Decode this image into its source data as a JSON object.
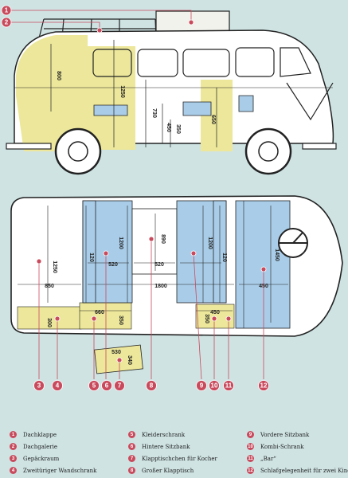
{
  "colors": {
    "background": "#cfe3e3",
    "yellow": "#ece79a",
    "blue": "#a9cde8",
    "marker": "#c94a5c",
    "outline": "#222222"
  },
  "side_view": {
    "markers": [
      "1",
      "2"
    ],
    "dimensions": [
      "800",
      "1250",
      "730",
      "450",
      "350",
      "650"
    ]
  },
  "top_view": {
    "dimensions": [
      "1250",
      "120",
      "1200",
      "890",
      "1200",
      "120",
      "1450",
      "850",
      "520",
      "520",
      "1800",
      "450",
      "660",
      "300",
      "350",
      "350",
      "450",
      "530",
      "340"
    ],
    "markers": [
      "3",
      "4",
      "5",
      "6",
      "7",
      "8",
      "9",
      "10",
      "11",
      "12"
    ]
  },
  "legend": [
    {
      "num": "1",
      "label": "Dachklappe"
    },
    {
      "num": "2",
      "label": "Dachgalerie"
    },
    {
      "num": "3",
      "label": "Gepäckraum"
    },
    {
      "num": "4",
      "label": "Zweitüriger Wandschrank"
    },
    {
      "num": "5",
      "label": "Kleiderschrank"
    },
    {
      "num": "6",
      "label": "Hintere Sitzbank"
    },
    {
      "num": "7",
      "label": "Klapptischchen für Kocher"
    },
    {
      "num": "8",
      "label": "Großer Klapptisch"
    },
    {
      "num": "9",
      "label": "Vordere Sitzbank"
    },
    {
      "num": "10",
      "label": "Kombi-Schrank"
    },
    {
      "num": "11",
      "label": "„Bar“"
    },
    {
      "num": "12",
      "label": "Schlafgelegenheit für zwei Kinder"
    }
  ]
}
